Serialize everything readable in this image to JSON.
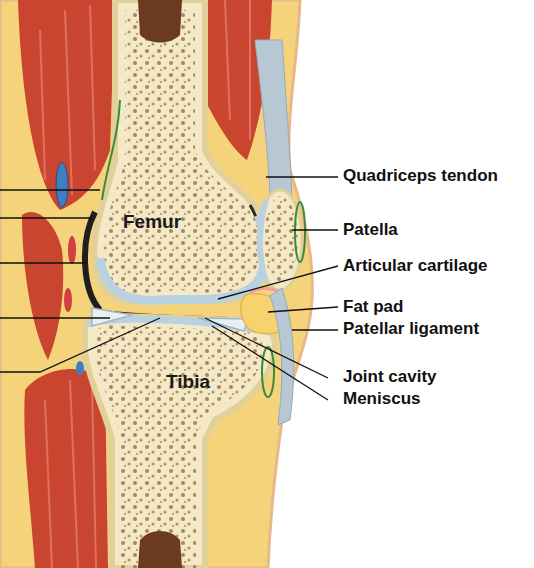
{
  "diagram": {
    "labels": [
      "Quadriceps tendon",
      "Femur",
      "Patella",
      "Articular cartilage",
      "Fat pad",
      "Patellar ligament",
      "Tibia",
      "Joint cavity",
      "Meniscus"
    ]
  }
}
